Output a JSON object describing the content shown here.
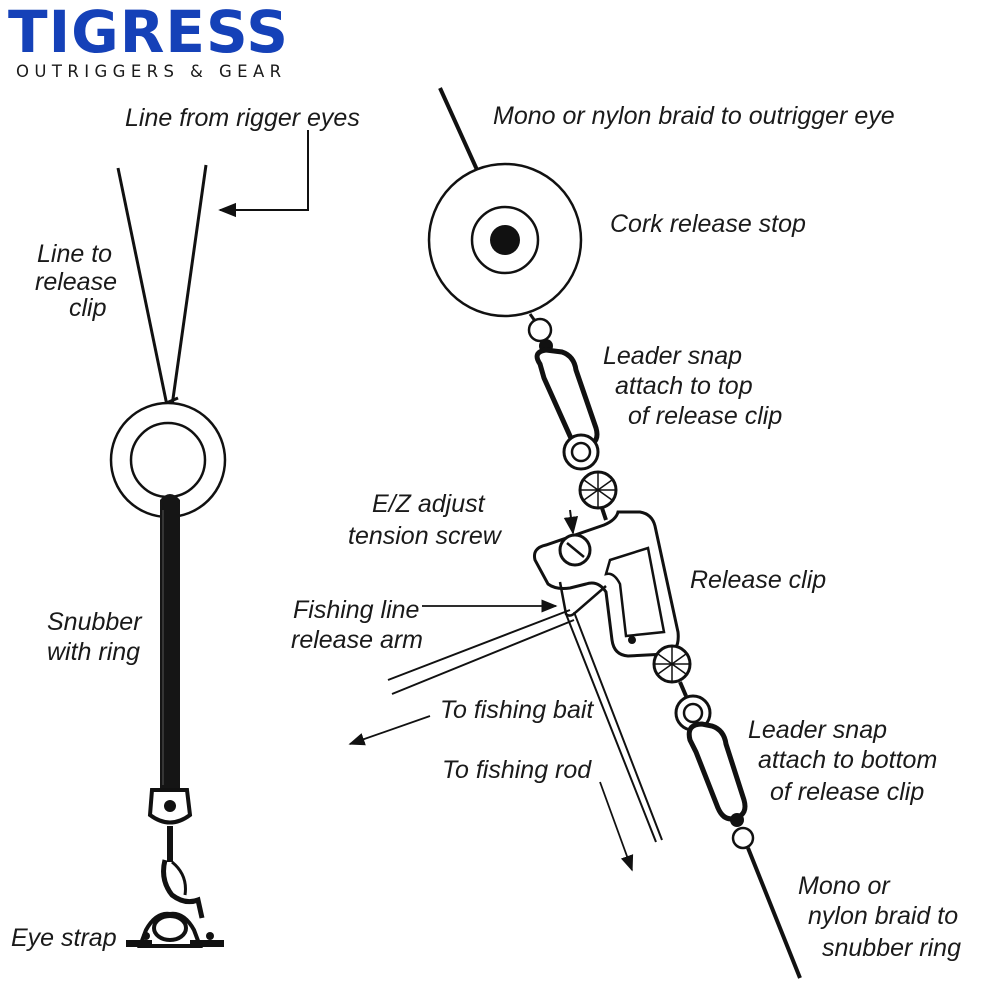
{
  "brand": {
    "name": "TIGRESS",
    "tagline": "OUTRIGGERS & GEAR",
    "color": "#1541b8"
  },
  "labels": {
    "line_from_rigger_eyes": "Line from rigger eyes",
    "line_to_release_clip": [
      "Line to",
      "release",
      "clip"
    ],
    "snubber_with_ring": [
      "Snubber",
      "with ring"
    ],
    "eye_strap": "Eye strap",
    "mono_to_outrigger_eye": "Mono or nylon braid to outrigger eye",
    "cork_release_stop": "Cork release stop",
    "leader_snap_top": [
      "Leader snap",
      "attach to top",
      "of release clip"
    ],
    "ez_adjust": [
      "E/Z  adjust",
      "tension screw"
    ],
    "release_clip": "Release clip",
    "fishing_line_release_arm": [
      "Fishing line",
      "release arm"
    ],
    "to_fishing_bait": "To fishing bait",
    "to_fishing_rod": "To fishing rod",
    "leader_snap_bottom": [
      "Leader snap",
      "attach to bottom",
      "of release clip"
    ],
    "mono_to_snubber_ring": [
      "Mono or",
      "nylon braid to",
      "snubber ring"
    ]
  }
}
